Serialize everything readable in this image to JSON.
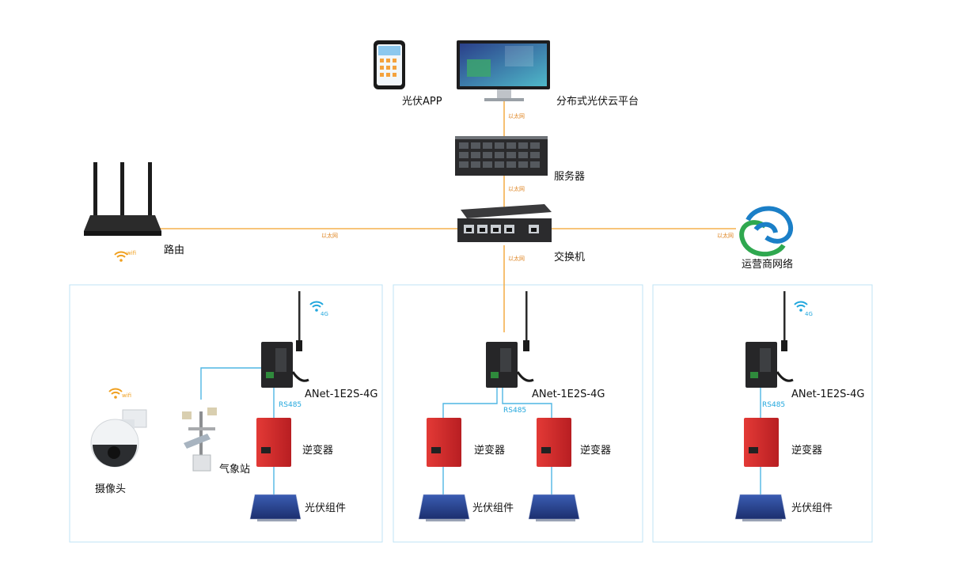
{
  "labels": {
    "app": "光伏APP",
    "cloud": "分布式光伏云平台",
    "server": "服务器",
    "router": "路由",
    "switch": "交换机",
    "carrier": "运营商网络",
    "gateway": "ANet-1E2S-4G",
    "inverter": "逆变器",
    "pv_module": "光伏组件",
    "weather_station": "气象站",
    "camera": "摄像头"
  },
  "link_labels": {
    "ethernet": "以太网",
    "rs485": "RS485",
    "net_4g": "4G",
    "wifi": "wifi"
  },
  "colors": {
    "ethernet_line": "#f5b04e",
    "field_line": "#4fb6e4",
    "site_border": "#bfe3f4",
    "inverter_red": "#d8262b",
    "panel_blue": "#25408f",
    "carrier_green": "#2fa84f",
    "carrier_blue": "#1b7fc7"
  }
}
